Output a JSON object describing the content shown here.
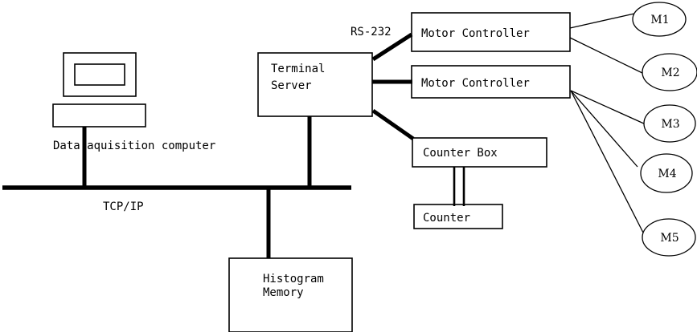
{
  "diagram": {
    "title": "Data acquisition system block diagram",
    "colors": {
      "background": "#ffffff",
      "stroke": "#000000",
      "text": "#000000"
    },
    "nodes": {
      "computer": {
        "label": "Data aquisition computer",
        "monitor_name": "crt-monitor",
        "chassis_name": "computer-chassis"
      },
      "terminal_server": {
        "line1": "Terminal",
        "line2": "Server"
      },
      "motor_controller_1": {
        "label": "Motor Controller"
      },
      "motor_controller_2": {
        "label": "Motor Controller"
      },
      "counter_box": {
        "label": "Counter Box"
      },
      "counter": {
        "label": "Counter"
      },
      "histogram_memory": {
        "line1": "Histogram",
        "line2": "Memory"
      },
      "motors": [
        {
          "label": "M1"
        },
        {
          "label": "M2"
        },
        {
          "label": "M3"
        },
        {
          "label": "M4"
        },
        {
          "label": "M5"
        }
      ]
    },
    "link_labels": {
      "serial": "RS-232",
      "network": "TCP/IP"
    }
  }
}
